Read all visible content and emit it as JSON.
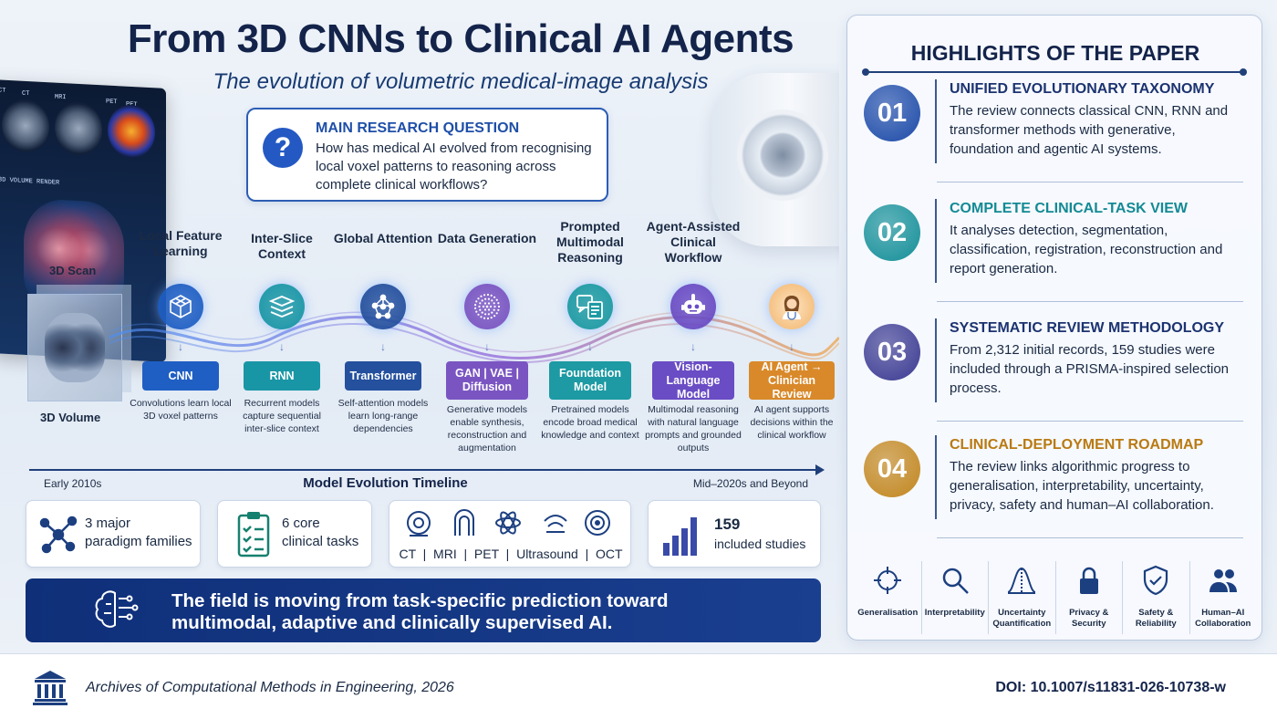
{
  "title": "From 3D CNNs to Clinical AI Agents",
  "subtitle": "The evolution of volumetric medical-image analysis",
  "research_question": {
    "heading": "MAIN RESEARCH QUESTION",
    "text": "How has medical AI evolved from recognising local voxel patterns to reasoning across complete clinical workflows?",
    "icon": "question-icon"
  },
  "scan_labels": {
    "scan": "3D Scan",
    "volume": "3D Volume"
  },
  "monitor_labels": {
    "ct1": "CT",
    "ct2": "CT",
    "mri": "MRI",
    "pet1": "PET",
    "pet2": "PET",
    "render": "3D VOLUME RENDER"
  },
  "steps": [
    {
      "title": "Local Feature Learning",
      "badge": "CNN",
      "desc": "Convolutions learn local 3D voxel patterns",
      "color": "#1f5fc4",
      "icon": "cube-grid-icon"
    },
    {
      "title": "Inter-Slice Context",
      "badge": "RNN",
      "desc": "Recurrent models capture sequential inter-slice context",
      "color": "#1996a6",
      "icon": "layers-icon"
    },
    {
      "title": "Global Attention",
      "badge": "Transformer",
      "desc": "Self-attention models learn long-range dependencies",
      "color": "#24509e",
      "icon": "network-icon"
    },
    {
      "title": "Data Generation",
      "badge": "GAN | VAE | Diffusion",
      "desc": "Generative models enable synthesis, reconstruction and augmentation",
      "color": "#7a55c2",
      "icon": "dot-sphere-icon"
    },
    {
      "title": "Prompted Multimodal Reasoning",
      "badge": "Foundation Model",
      "desc": "Pretrained models encode broad medical knowledge and context",
      "color": "#1d9aa3",
      "icon": "chat-document-icon"
    },
    {
      "title": "Agent-Assisted Clinical Workflow",
      "badge": "Vision-Language Model",
      "desc": "Multimodal reasoning with natural language prompts and grounded outputs",
      "color": "#6a4cc4",
      "icon": "robot-icon"
    },
    {
      "title": "",
      "badge": "AI Agent → Clinician Review",
      "desc": "AI agent supports decisions within the clinical workflow",
      "color": "#d9892a",
      "icon": "clinician-icon"
    }
  ],
  "timeline": {
    "start": "Early 2010s",
    "label": "Model Evolution Timeline",
    "end": "Mid–2020s and Beyond"
  },
  "stats": {
    "paradigms": {
      "line1": "3 major",
      "line2": "paradigm families"
    },
    "tasks": {
      "line1": "6 core",
      "line2": "clinical tasks"
    },
    "modalities": "CT  |  MRI  |  PET  |  Ultrasound  |  OCT",
    "studies": {
      "number": "159",
      "label": "included studies"
    }
  },
  "banner": {
    "line1": "The field is moving from task-specific prediction toward",
    "line2": "multimodal, adaptive and clinically supervised AI."
  },
  "highlights": {
    "title": "HIGHLIGHTS OF THE PAPER",
    "items": [
      {
        "num": "01",
        "heading": "UNIFIED EVOLUTIONARY TAXONOMY",
        "text": "The review connects classical CNN, RNN and transformer methods with generative, foundation and agentic AI systems.",
        "color": "#1c4aa8"
      },
      {
        "num": "02",
        "heading": "COMPLETE CLINICAL-TASK VIEW",
        "text": "It analyses detection, segmentation, classification, registration, reconstruction and report generation.",
        "color": "#148f98"
      },
      {
        "num": "03",
        "heading": "SYSTEMATIC REVIEW METHODOLOGY",
        "text": "From 2,312 initial records, 159 studies were included through a PRISMA-inspired selection process.",
        "color": "#3b3a92"
      },
      {
        "num": "04",
        "heading": "CLINICAL-DEPLOYMENT ROADMAP",
        "text": "The review links algorithmic progress to generalisation, interpretability, uncertainty, privacy, safety and human–AI collaboration.",
        "color": "#c2861e"
      }
    ]
  },
  "challenges": [
    {
      "label": "Generalisation",
      "icon": "crosshair-icon"
    },
    {
      "label": "Interpretability",
      "icon": "magnifier-icon"
    },
    {
      "label": "Uncertainty Quantification",
      "icon": "bell-curve-icon"
    },
    {
      "label": "Privacy & Security",
      "icon": "lock-icon"
    },
    {
      "label": "Safety & Reliability",
      "icon": "shield-check-icon"
    },
    {
      "label": "Human–AI Collaboration",
      "icon": "people-icon"
    }
  ],
  "footer": {
    "journal": "Archives of Computational Methods in Engineering, 2026",
    "doi": "DOI:  10.1007/s11831-026-10738-w"
  }
}
